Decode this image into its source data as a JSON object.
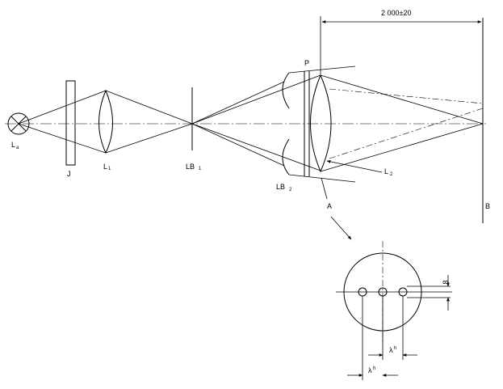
{
  "labels": {
    "source": "L",
    "source_sub": "a",
    "filter": "J",
    "lens1": "L",
    "lens1_sub": "1",
    "aperture1": "LB",
    "aperture1_sub": "1",
    "aperture2": "LB",
    "aperture2_sub": "2",
    "plate": "P",
    "lens2": "L",
    "lens2_sub": "2",
    "detail_ref": "A",
    "screen": "B",
    "distance": "2 000±20",
    "dim_vertical": "8",
    "dim_h1": "λ",
    "dim_h1_sup": "h",
    "dim_h2": "λ",
    "dim_h2_sup": "h"
  },
  "colors": {
    "stroke": "#000000",
    "background": "#ffffff"
  }
}
